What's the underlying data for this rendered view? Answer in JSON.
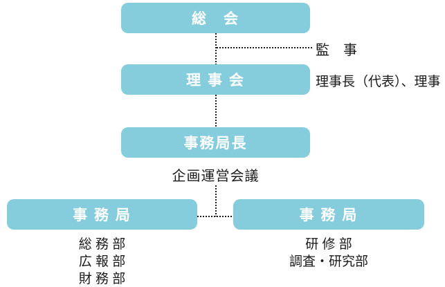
{
  "org_chart": {
    "boxes": {
      "soukai": "総　会",
      "rijikai": "理 事 会",
      "jimukyokucho": "事務局長",
      "jimukyoku_left": "事 務 局",
      "jimukyoku_right": "事 務 局"
    },
    "labels": {
      "kanji": "監　事",
      "rijicho": "理事長（代表）、理事",
      "kikaku_unei_kaigi": "企画運営会議"
    },
    "lists": {
      "left": [
        "総 務 部",
        "広 報 部",
        "財 務 部"
      ],
      "right": [
        "研 修 部",
        "調査・研究部"
      ]
    },
    "colors": {
      "box_fill": "#85CCDD",
      "box_text": "#FFFFFF",
      "connector_line": "#1A1A1A",
      "body_text": "#1A1A1A",
      "background": "#FFFFFF"
    },
    "connector_style": "dotted"
  }
}
